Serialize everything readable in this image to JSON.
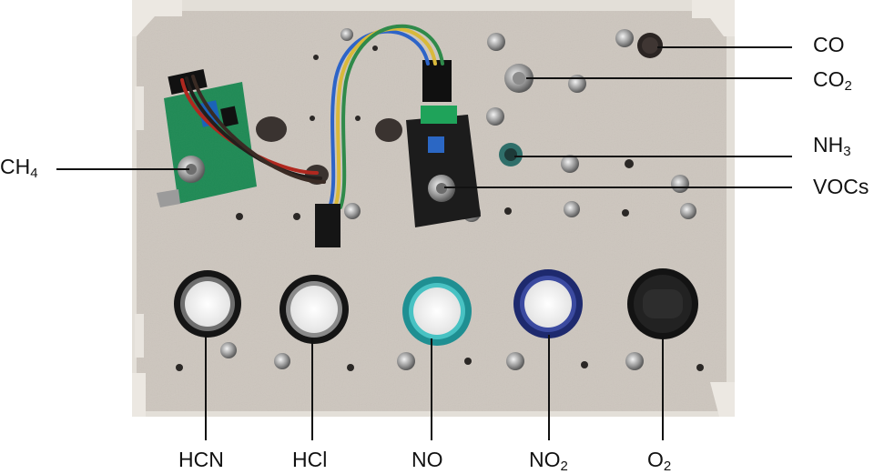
{
  "labels": {
    "co": {
      "base": "CO",
      "sub": ""
    },
    "co2": {
      "base": "CO",
      "sub": "2"
    },
    "nh3": {
      "base": "NH",
      "sub": "3"
    },
    "vocs": {
      "base": "VOCs",
      "sub": ""
    },
    "ch4": {
      "base": "CH",
      "sub": "4"
    },
    "hcn": {
      "base": "HCN",
      "sub": ""
    },
    "hcl": {
      "base": "HCl",
      "sub": ""
    },
    "no": {
      "base": "NO",
      "sub": ""
    },
    "no2": {
      "base": "NO",
      "sub": "2"
    },
    "o2": {
      "base": "O",
      "sub": "2"
    }
  },
  "colors": {
    "plate": "#cfc8c0",
    "frame": "#e6e2dc",
    "pcb_green": "#1f8a55",
    "pcb_black": "#1c1c1c",
    "no_ring": "#2aa3a6",
    "no2_ring": "#2b3a8a",
    "leader_line": "#111111"
  }
}
